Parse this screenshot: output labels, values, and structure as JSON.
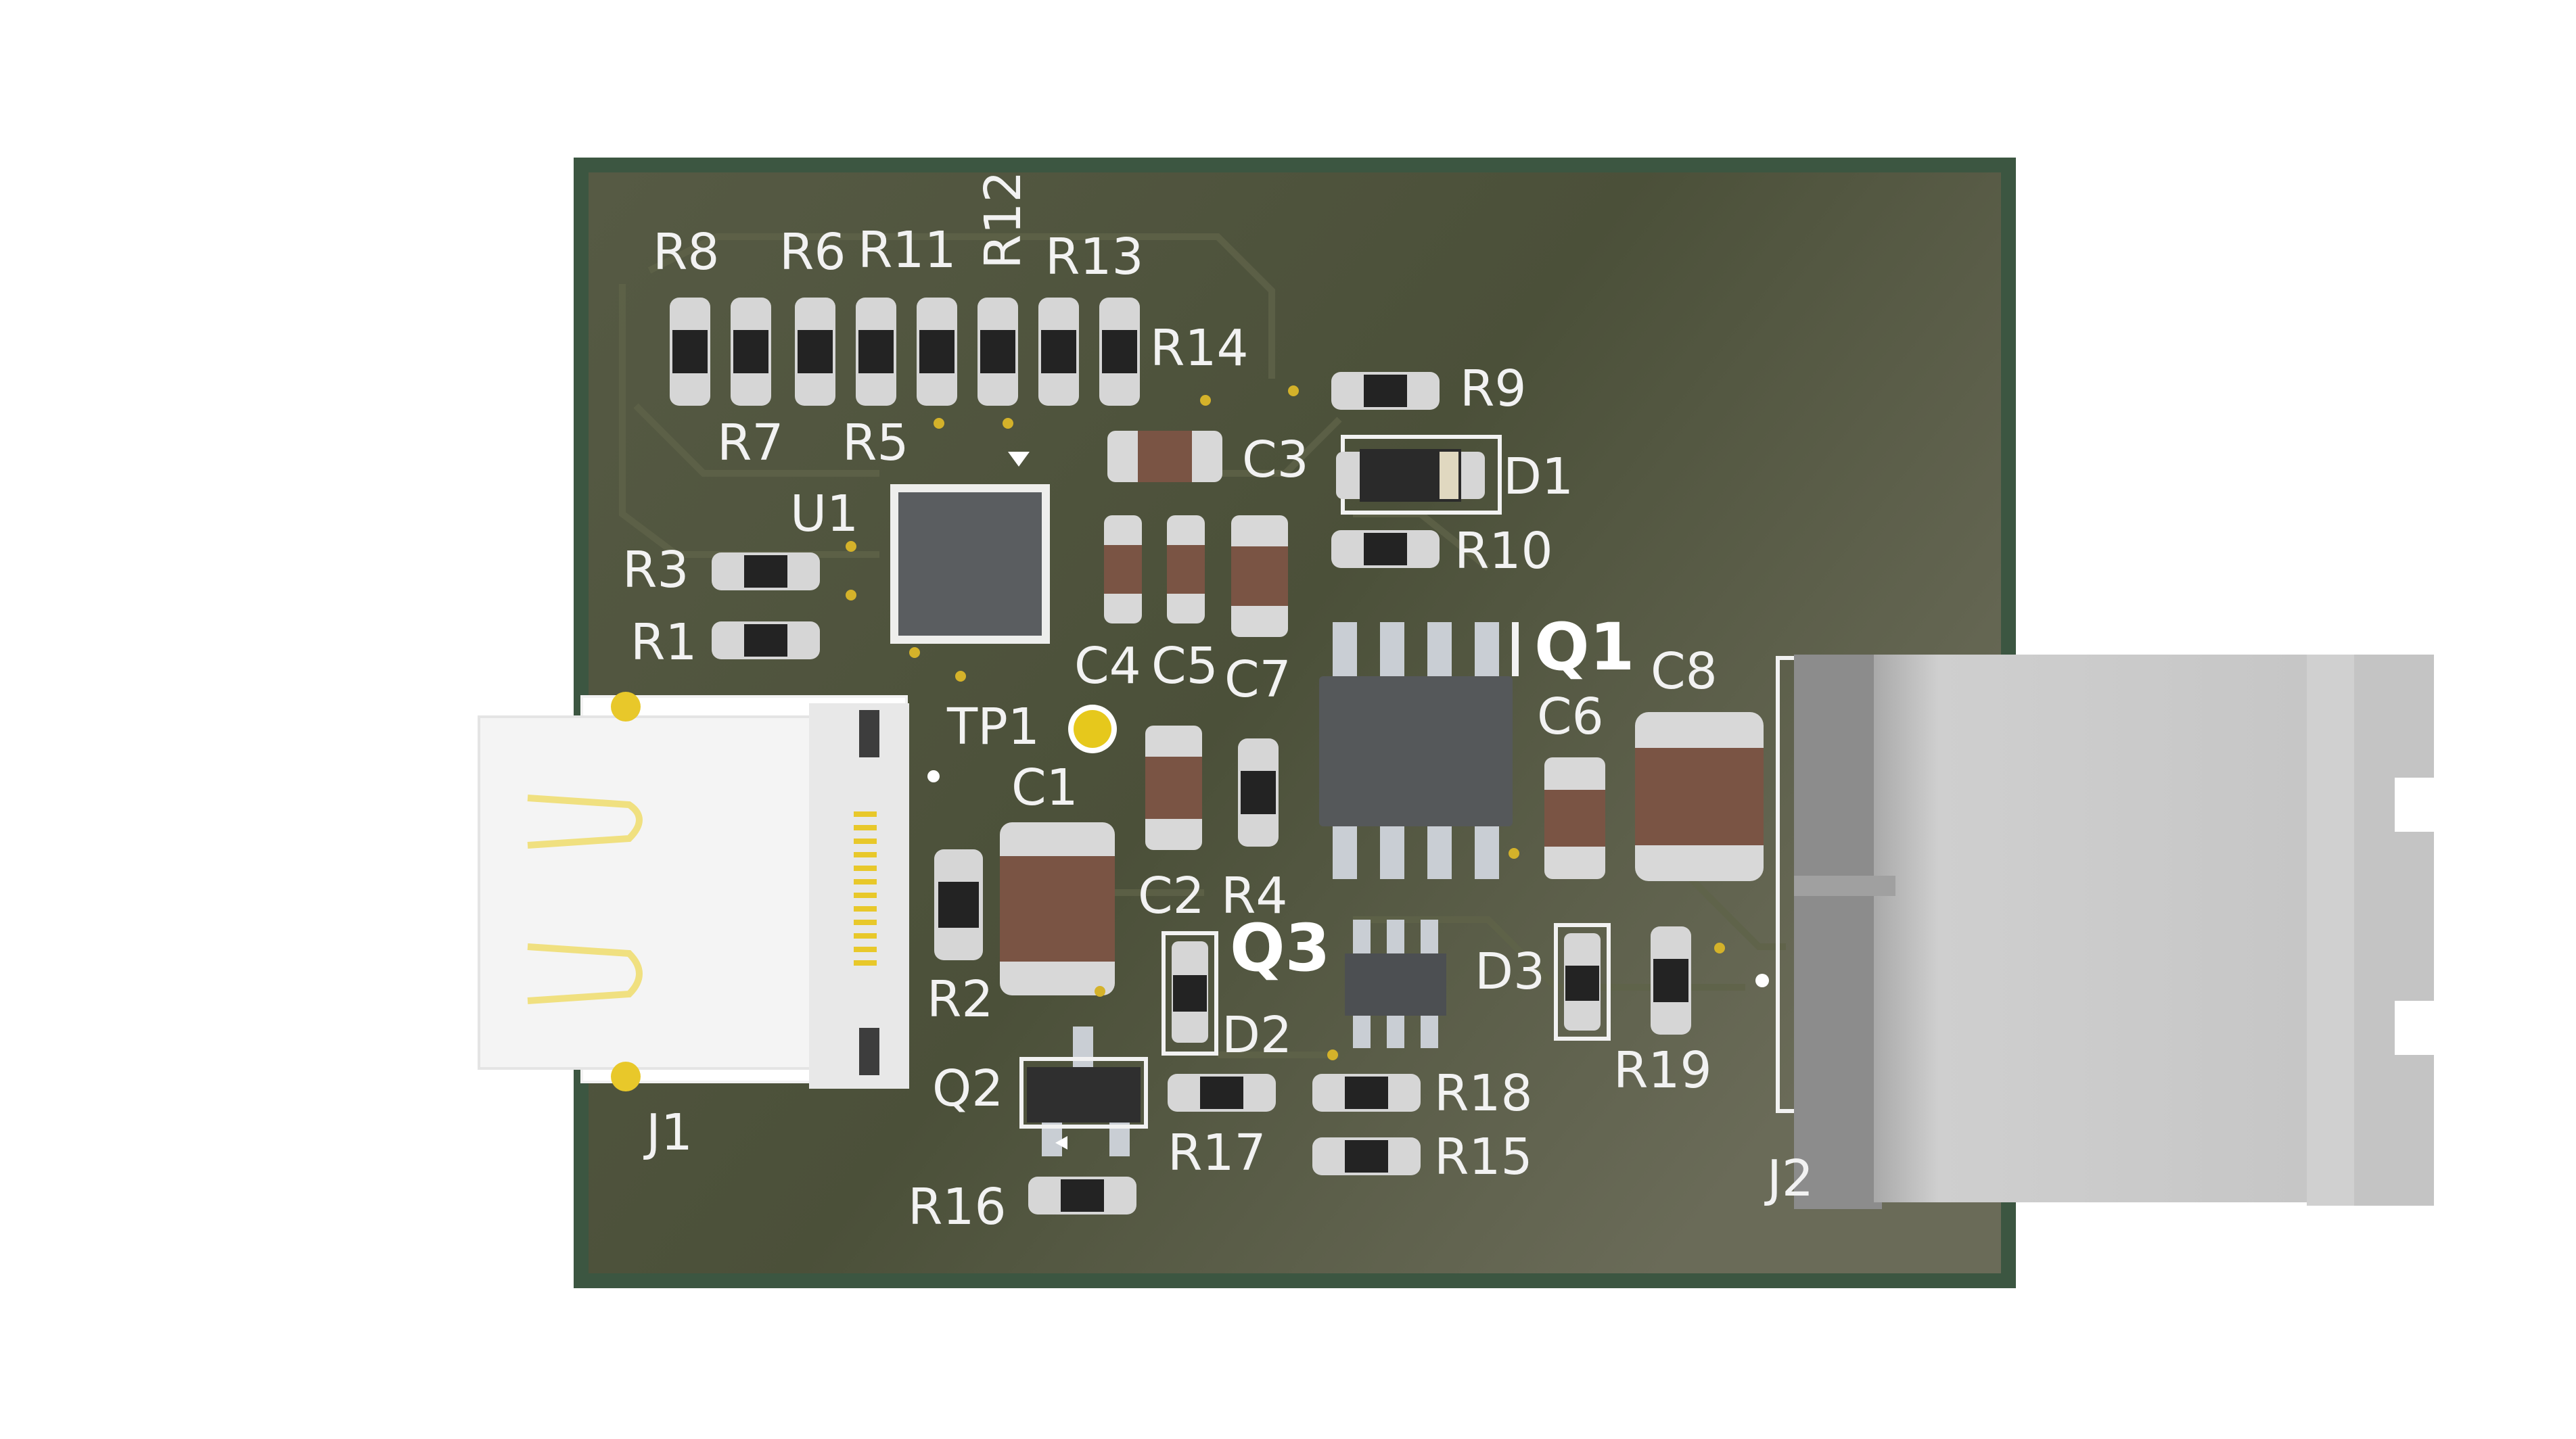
{
  "board": {
    "colors": {
      "board": "#4f5440",
      "board_edge": "#3f5742",
      "silkscreen": "#f2f2f2",
      "pad": "#d9d9d9",
      "ic": "#55585a",
      "capacitor": "#7a5444",
      "connector_gray": "#c7c7c7",
      "usb_white": "#f4f4f4",
      "gold": "#f2e27a"
    }
  },
  "labels": {
    "R8": "R8",
    "R6": "R6",
    "R11": "R11",
    "R12": "R12",
    "R13": "R13",
    "R14": "R14",
    "R7": "R7",
    "R5": "R5",
    "R9": "R9",
    "C3": "C3",
    "D1": "D1",
    "U1": "U1",
    "R3": "R3",
    "R10": "R10",
    "R1": "R1",
    "Q1": "Q1",
    "C8": "C8",
    "C4": "C4",
    "C5": "C5",
    "C7": "C7",
    "C6": "C6",
    "TP1": "TP1",
    "C1": "C1",
    "C2": "C2",
    "R4": "R4",
    "Q3": "Q3",
    "D3": "D3",
    "R2": "R2",
    "D2": "D2",
    "R19": "R19",
    "Q2": "Q2",
    "R18": "R18",
    "J1": "J1",
    "R17": "R17",
    "R15": "R15",
    "R16": "R16",
    "J2": "J2"
  }
}
